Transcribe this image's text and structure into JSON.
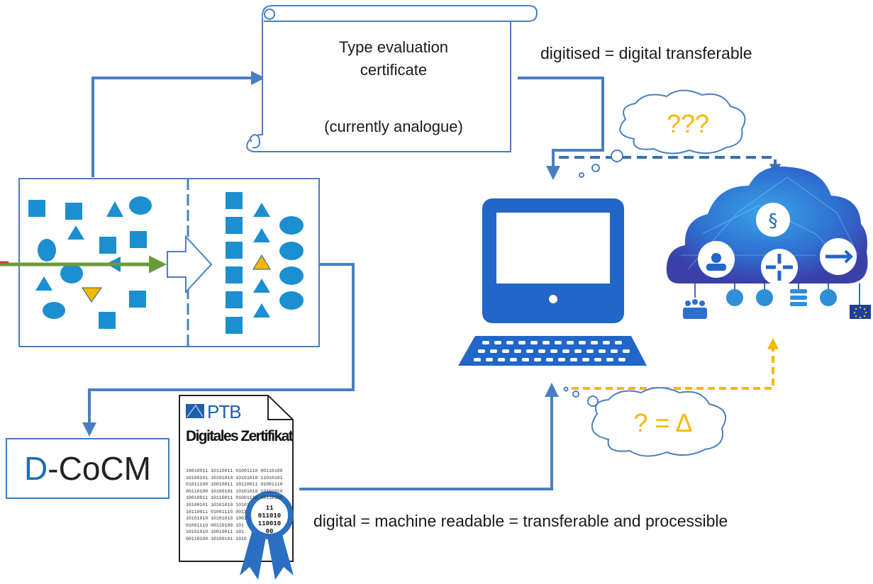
{
  "scroll": {
    "title_line1": "Type evaluation",
    "title_line2": "certificate",
    "status": "(currently analogue)"
  },
  "labels": {
    "digitised": "digitised = digital transferable",
    "digital": "digital = machine readable = transferable and processible"
  },
  "thoughts": {
    "question": "???",
    "delta": "? = Δ"
  },
  "dcocm": {
    "prefix": "D",
    "suffix": "-CoCM"
  },
  "certificate": {
    "brand": "PTB",
    "title": "Digitales Zertifikat",
    "binary_lines": [
      "10010011 10110011 01001110 00110100",
      "10100101 10101010 10101010 11010101",
      "01011100 10010011 10110011 01001110",
      "00110100 10100101 10101010 10101010",
      "10010011 10110011 01001110 00110100",
      "10100101 10101010 10101",
      "10110011 01001110 0011",
      "10101010 10101010 1001",
      "01001110 00110100 101",
      "10101010 10010011 101",
      "00110100 10100101 1010"
    ],
    "seal_lines": [
      "11",
      "011010",
      "110010",
      "00"
    ]
  },
  "colors": {
    "blue": "#4a7fbf",
    "shape_blue": "#1b8fcf",
    "dark_blue": "#2166c8",
    "green": "#6a9a3a",
    "yellow": "#f5b800"
  }
}
